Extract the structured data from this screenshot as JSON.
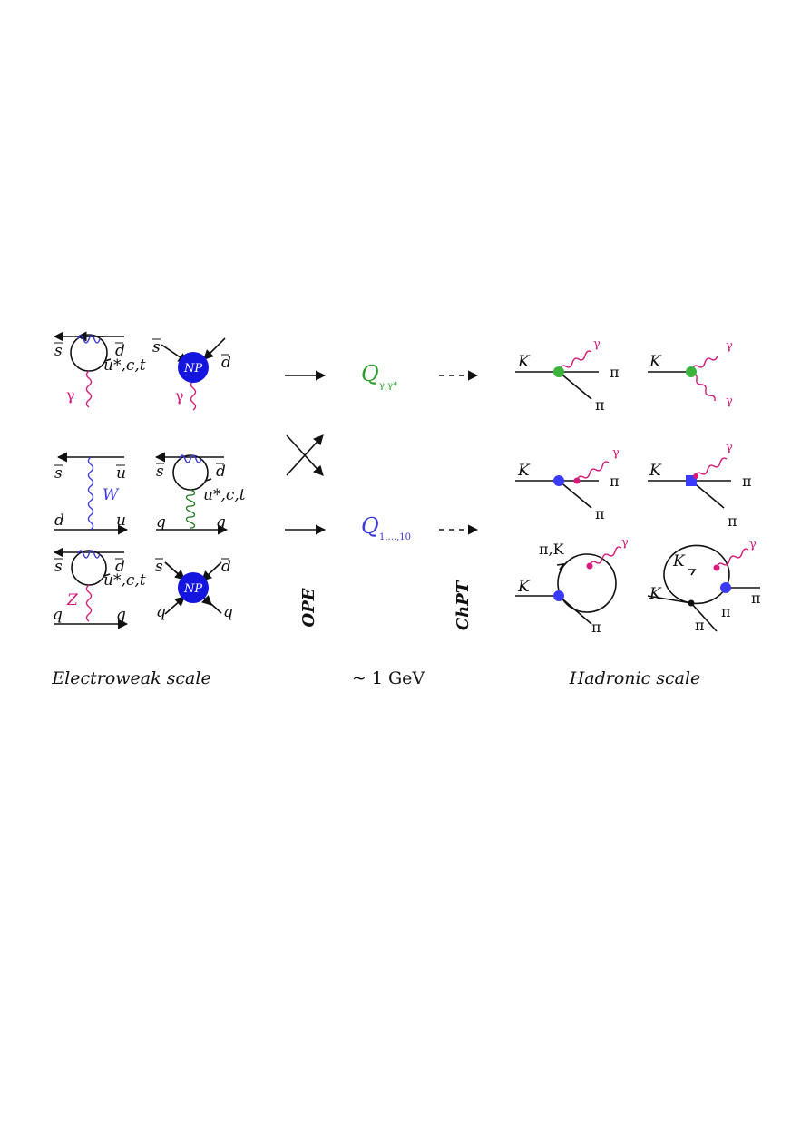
{
  "captions": {
    "left": "Electroweak scale",
    "middle": "~ 1 GeV",
    "right": "Hadronic scale"
  },
  "stage_labels": {
    "ope": "OPE",
    "chpt": "ChPT"
  },
  "operators": {
    "photon_main": "Q",
    "photon_sub": "γ,γ*",
    "four_quark_main": "Q",
    "four_quark_sub": "1,...,10"
  },
  "particles": {
    "s_bar": "s",
    "d_bar": "d",
    "u_bar": "u",
    "d": "d",
    "u": "u",
    "q": "q",
    "loop_quarks": "u*,c,t",
    "gamma": "γ",
    "W": "W",
    "Z": "Z",
    "NP": "NP",
    "K": "K",
    "pi": "π",
    "pi_K": "π,K"
  },
  "colors": {
    "photon": "#d6197a",
    "weak_boson": "#3b3bd8",
    "gluon": "#1e7a1e",
    "np_blob": "#1515e0",
    "photon_vertex": "#3cb33c",
    "four_quark_vertex": "#3b3bff",
    "photon_operator_text": "#2e9e2e",
    "four_quark_operator_text": "#3a3ad8"
  }
}
